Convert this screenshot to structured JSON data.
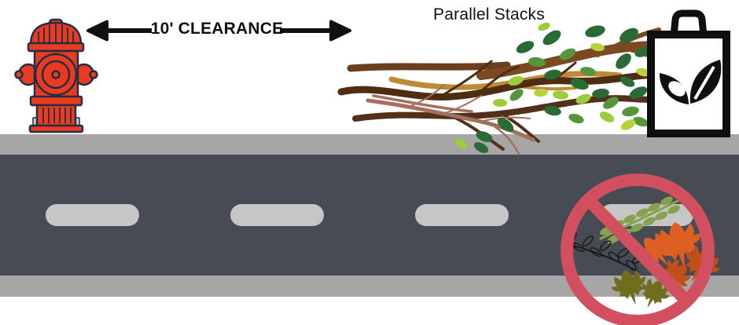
{
  "scene": {
    "clearance_label": "10' CLEARANCE",
    "stacks_label": "Parallel Stacks"
  },
  "icons": {
    "fire_hydrant": "fire-hydrant-icon",
    "clearance_arrow": "double-headed-arrow-icon",
    "brush_pile": "parallel-branch-stack-icon",
    "yard_waste_bag": "leaf-bag-icon",
    "prohibited_leaves": "no-symbol-over-leaves-icon",
    "road": "road-with-lane-dashes"
  },
  "colors": {
    "background": "#ffffff",
    "text": "#111111",
    "arrow_black": "#111111",
    "road_asphalt": "#474c54",
    "curb_gray": "#a6a6a6",
    "lane_dash_gray": "#c6c6c6",
    "hydrant_red": "#ea3b22",
    "hydrant_outline": "#203043",
    "bag_black": "#0f0f0f",
    "prohibition_red": "#d14f5f",
    "branch_brown": "#7b4a22",
    "branch_dark_brown": "#4f2d12",
    "branch_tan": "#c08a35",
    "branch_rose": "#a3705e",
    "leaf_dark_green": "#2a6b35",
    "leaf_mid_green": "#55953c",
    "leaf_light_green": "#9ccb3c",
    "leaf_yellow_green": "#b8d339",
    "fern_green": "#87a24c",
    "maple_orange": "#dd5f22",
    "maple_dark_orange": "#c14f18",
    "maple_olive": "#6f6e1f",
    "twig_black": "#1a1a1a"
  },
  "road": {
    "lane_dash_count": 4
  }
}
